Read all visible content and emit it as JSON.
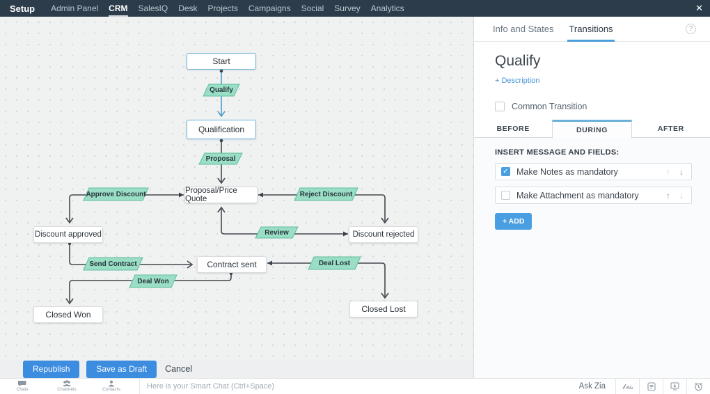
{
  "nav": {
    "brand": "Setup",
    "items": [
      "Admin Panel",
      "CRM",
      "SalesIQ",
      "Desk",
      "Projects",
      "Campaigns",
      "Social",
      "Survey",
      "Analytics"
    ],
    "active_item": "CRM",
    "close_icon": "✕"
  },
  "panel": {
    "tabs": {
      "info": "Info and States",
      "transitions": "Transitions",
      "active": "Transitions"
    },
    "help_icon": "?",
    "title": "Qualify",
    "description_link": "+ Description",
    "common_transition_label": "Common Transition",
    "common_transition_checked": false,
    "phase_tabs": {
      "before": "BEFORE",
      "during": "DURING",
      "after": "AFTER",
      "active": "DURING"
    },
    "section_heading": "INSERT MESSAGE AND FIELDS:",
    "fields": [
      {
        "label": "Make Notes as mandatory",
        "checked": true
      },
      {
        "label": "Make Attachment as mandatory",
        "checked": false
      }
    ],
    "up_icon": "↑",
    "down_icon": "↓",
    "add_button": "+ ADD"
  },
  "flow": {
    "states": [
      {
        "label": "Start"
      },
      {
        "label": "Qualification"
      },
      {
        "label": "Proposal/Price Quote"
      },
      {
        "label": "Discount approved"
      },
      {
        "label": "Discount rejected"
      },
      {
        "label": "Contract sent"
      },
      {
        "label": "Closed Won"
      },
      {
        "label": "Closed Lost"
      }
    ],
    "transitions": [
      {
        "label": "Qualify"
      },
      {
        "label": "Proposal"
      },
      {
        "label": "Approve Discount"
      },
      {
        "label": "Reject Discount"
      },
      {
        "label": "Review"
      },
      {
        "label": "Send Contract"
      },
      {
        "label": "Deal Won"
      },
      {
        "label": "Deal Lost"
      }
    ],
    "colors": {
      "transition_fill": "#99dec5",
      "transition_border": "#5fbd9e",
      "selected_blue": "#4a9ace",
      "line": "#43484d"
    }
  },
  "footer": {
    "republish": "Republish",
    "save_draft": "Save as Draft",
    "cancel": "Cancel"
  },
  "chatbar": {
    "items": [
      {
        "label": "Chats"
      },
      {
        "label": "Channels"
      },
      {
        "label": "Contacts"
      }
    ],
    "placeholder": "Here is your Smart Chat (Ctrl+Space)",
    "ask_zia": "Ask Zia"
  }
}
